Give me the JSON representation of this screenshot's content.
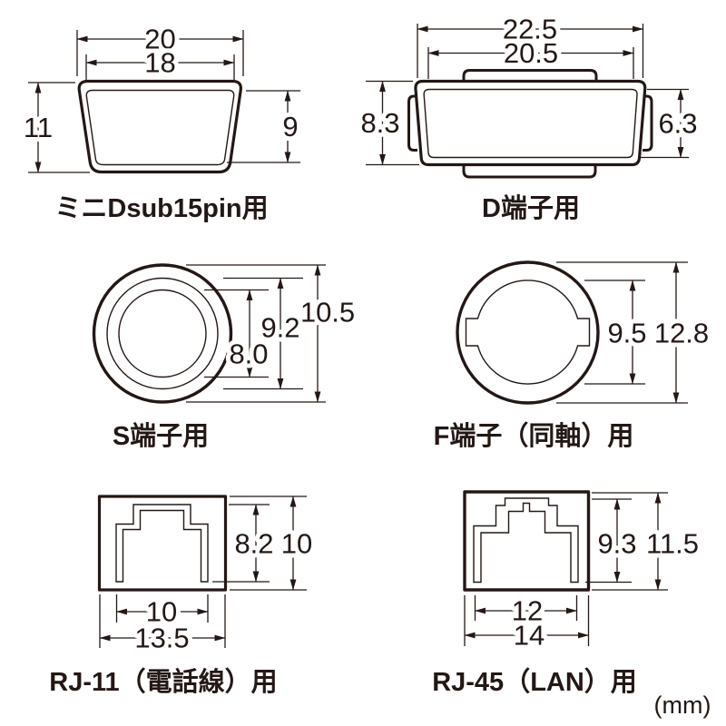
{
  "unit_label": "(mm)",
  "ink_color": "#231815",
  "diagrams": {
    "mini_dsub": {
      "label": "ミニDsub15pin用",
      "outer_width": "20",
      "inner_width": "18",
      "left_height": "11",
      "right_height": "9"
    },
    "d_terminal": {
      "label": "D端子用",
      "outer_width": "22.5",
      "inner_width": "20.5",
      "left_height": "8.3",
      "right_height": "6.3"
    },
    "s_terminal": {
      "label": "S端子用",
      "outer_diameter": "10.5",
      "middle_diameter": "9.2",
      "inner_diameter": "8.0"
    },
    "f_terminal": {
      "label": "F端子（同軸）用",
      "inner_diameter": "9.5",
      "outer_diameter": "12.8"
    },
    "rj11": {
      "label": "RJ-11（電話線）用",
      "opening_height": "8.2",
      "outer_height": "10",
      "opening_width": "10",
      "outer_width": "13.5"
    },
    "rj45": {
      "label": "RJ-45（LAN）用",
      "opening_height": "9.3",
      "outer_height": "11.5",
      "opening_width": "12",
      "outer_width": "14"
    }
  }
}
